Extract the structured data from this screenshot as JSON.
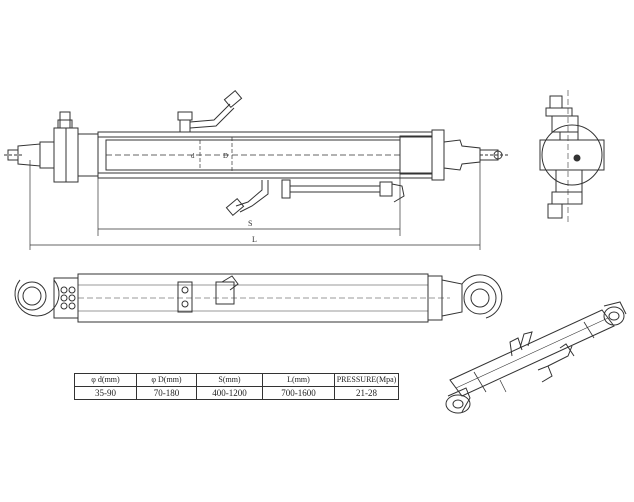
{
  "dimension_labels": {
    "rod_diameter": "d",
    "bore_diameter": "D",
    "stroke": "S",
    "length": "L"
  },
  "spec_table": {
    "headers": [
      "φ d(mm)",
      "φ D(mm)",
      "S(mm)",
      "L(mm)",
      "PRESSURE(Mpa)"
    ],
    "values": [
      "35-90",
      "70-180",
      "400-1200",
      "700-1600",
      "21-28"
    ]
  }
}
